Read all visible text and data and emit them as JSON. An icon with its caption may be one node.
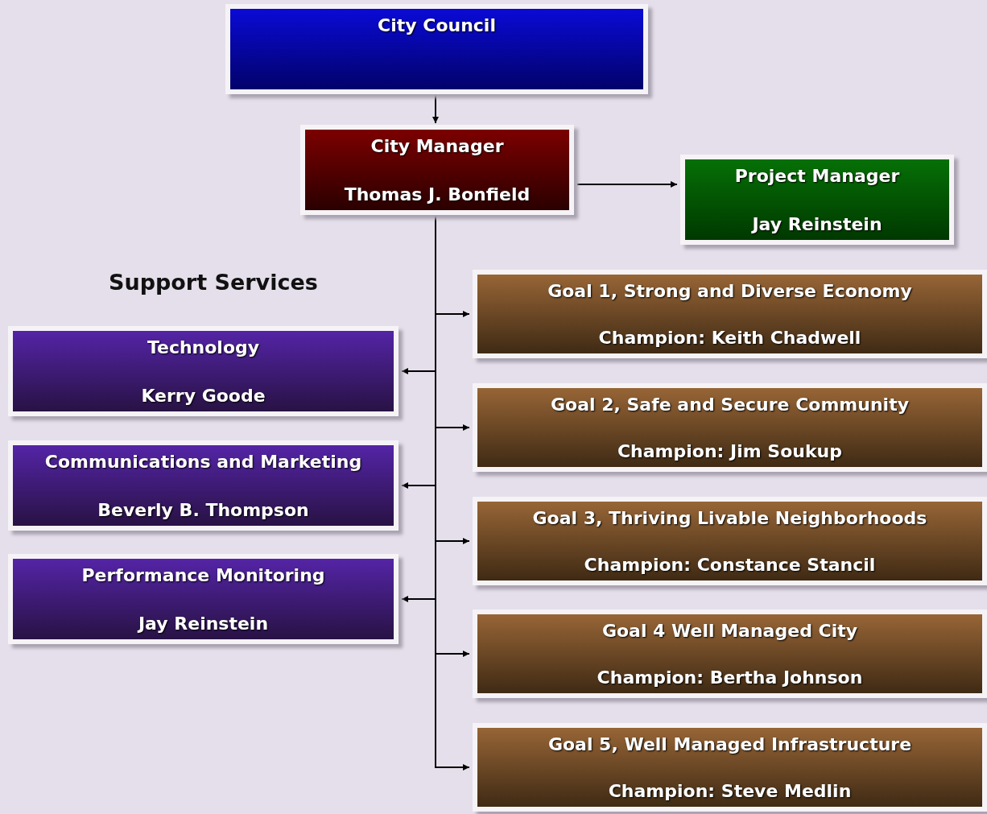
{
  "diagram": {
    "nodes": [
      {
        "text": [
          "City Council"
        ]
      },
      {
        "text": [
          "City Manager",
          "Thomas J. Bonfield"
        ]
      },
      {
        "text": [
          "Project Manager",
          "Jay Reinstein"
        ]
      },
      {
        "text": [
          "Technology",
          "Kerry Goode"
        ]
      },
      {
        "text": [
          "Communications and Marketing",
          "Beverly B. Thompson"
        ]
      },
      {
        "text": [
          "Performance Monitoring",
          "Jay Reinstein"
        ]
      },
      {
        "text": [
          "Goal 1, Strong and Diverse Economy",
          "Champion: Keith Chadwell"
        ]
      },
      {
        "text": [
          "Goal 2, Safe and Secure Community",
          "Champion: Jim Soukup"
        ]
      },
      {
        "text": [
          "Goal 3, Thriving Livable Neighborhoods",
          "Champion: Constance Stancil"
        ]
      },
      {
        "text": [
          "Goal 4 Well Managed City",
          "Champion: Bertha Johnson"
        ]
      },
      {
        "text": [
          "Goal 5, Well Managed Infrastructure",
          "Champion: Steve Medlin"
        ]
      }
    ],
    "edges": [
      {
        "from": 0,
        "to": 1,
        "arrow": "to"
      },
      {
        "from": 1,
        "to": 2,
        "arrow": "to"
      },
      {
        "from": 1,
        "to": 6,
        "arrow": "to"
      },
      {
        "from": 1,
        "to": 3,
        "arrow": "to"
      },
      {
        "from": 1,
        "to": 7,
        "arrow": "to"
      },
      {
        "from": 1,
        "to": 4,
        "arrow": "to"
      },
      {
        "from": 1,
        "to": 8,
        "arrow": "to"
      },
      {
        "from": 1,
        "to": 5,
        "arrow": "to"
      },
      {
        "from": 1,
        "to": 9,
        "arrow": "to"
      },
      {
        "from": 1,
        "to": 10,
        "arrow": "to"
      }
    ],
    "labels": [
      "Support Services"
    ]
  }
}
